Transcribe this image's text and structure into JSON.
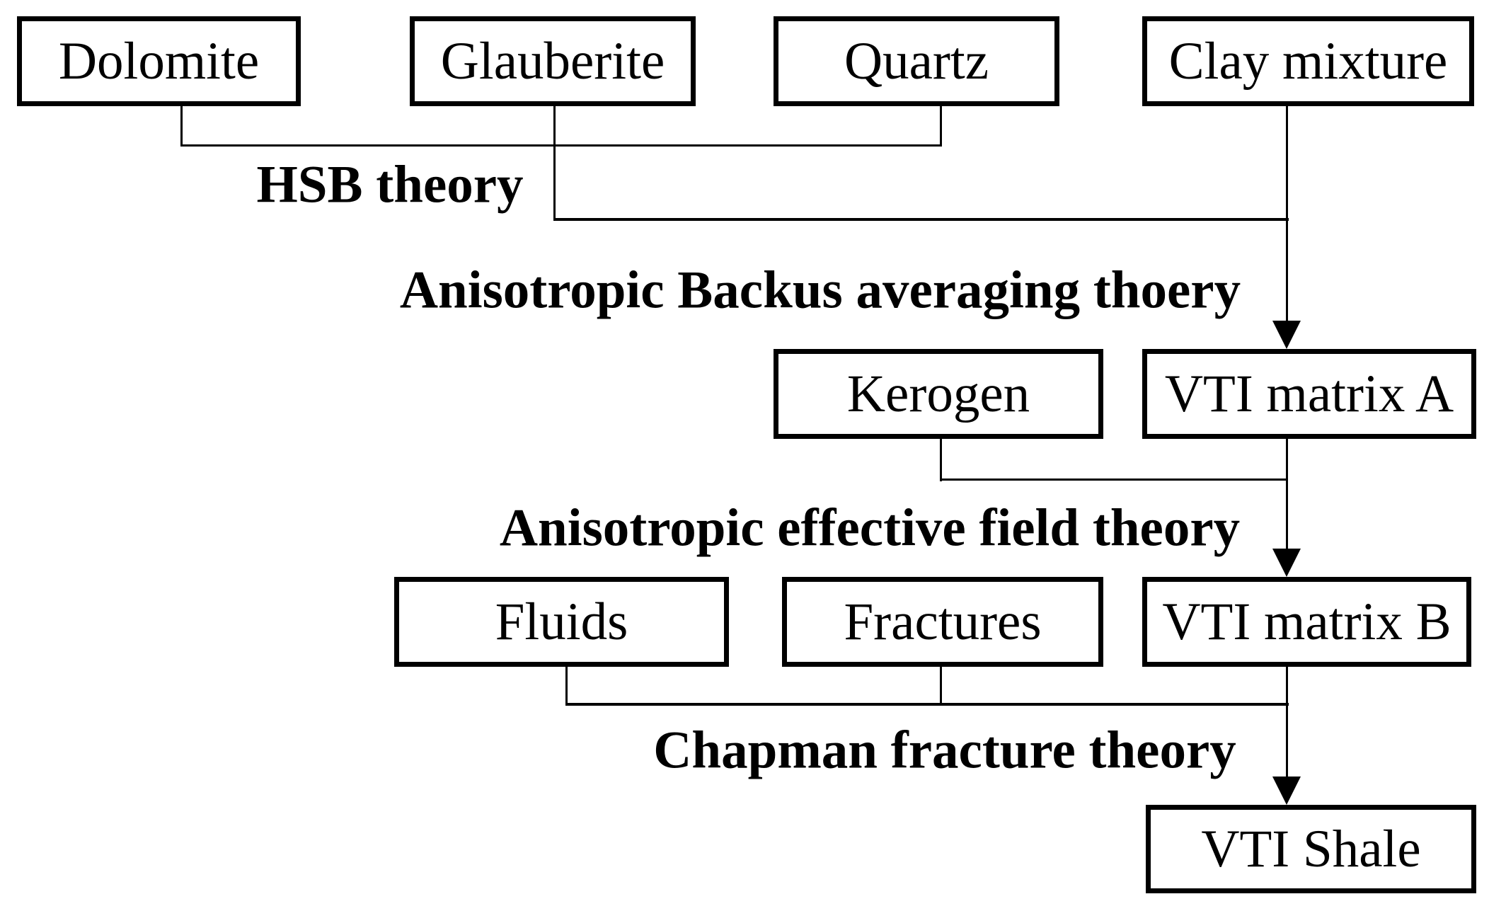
{
  "diagram": {
    "colors": {
      "background": "#ffffff",
      "line": "#000000",
      "text": "#000000",
      "box_border": "#000000",
      "box_fill": "#ffffff"
    },
    "nodes": [
      {
        "id": "dolomite",
        "label": "Dolomite"
      },
      {
        "id": "glauberite",
        "label": "Glauberite"
      },
      {
        "id": "quartz",
        "label": "Quartz"
      },
      {
        "id": "clay-mixture",
        "label": "Clay mixture"
      },
      {
        "id": "kerogen",
        "label": "Kerogen"
      },
      {
        "id": "vti-matrix-a",
        "label": "VTI matrix A"
      },
      {
        "id": "fluids",
        "label": "Fluids"
      },
      {
        "id": "fractures",
        "label": "Fractures"
      },
      {
        "id": "vti-matrix-b",
        "label": "VTI matrix B"
      },
      {
        "id": "vti-shale",
        "label": "VTI Shale"
      }
    ],
    "theory_labels": [
      {
        "id": "hsb",
        "text": "HSB theory"
      },
      {
        "id": "backus",
        "text": "Anisotropic Backus averaging thoery"
      },
      {
        "id": "effective-field",
        "text": "Anisotropic effective field theory"
      },
      {
        "id": "chapman",
        "text": "Chapman fracture theory"
      }
    ],
    "flow": [
      {
        "inputs": [
          "Dolomite",
          "Glauberite",
          "Quartz",
          "Clay mixture"
        ],
        "theories": [
          "HSB theory",
          "Anisotropic Backus averaging thoery"
        ],
        "output": "VTI matrix A"
      },
      {
        "inputs": [
          "Kerogen",
          "VTI matrix A"
        ],
        "theories": [
          "Anisotropic effective field theory"
        ],
        "output": "VTI matrix B"
      },
      {
        "inputs": [
          "Fluids",
          "Fractures",
          "VTI matrix B"
        ],
        "theories": [
          "Chapman fracture theory"
        ],
        "output": "VTI Shale"
      }
    ]
  }
}
